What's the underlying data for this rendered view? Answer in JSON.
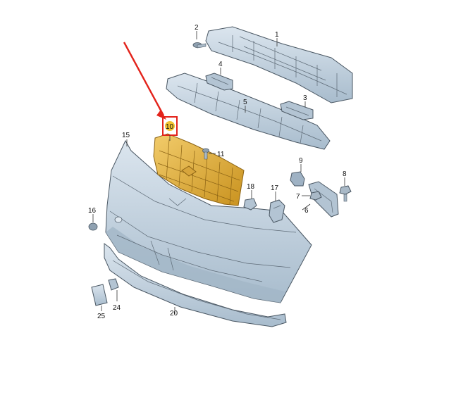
{
  "diagram": {
    "callouts": [
      {
        "id": "p1",
        "label": "1"
      },
      {
        "id": "p2",
        "label": "2"
      },
      {
        "id": "p3",
        "label": "3"
      },
      {
        "id": "p4",
        "label": "4"
      },
      {
        "id": "p5",
        "label": "5"
      },
      {
        "id": "p6",
        "label": "6"
      },
      {
        "id": "p7",
        "label": "7"
      },
      {
        "id": "p8",
        "label": "8"
      },
      {
        "id": "p9",
        "label": "9"
      },
      {
        "id": "p10",
        "label": "10"
      },
      {
        "id": "p11",
        "label": "11"
      },
      {
        "id": "p15",
        "label": "15"
      },
      {
        "id": "p16",
        "label": "16"
      },
      {
        "id": "p17",
        "label": "17"
      },
      {
        "id": "p18",
        "label": "18"
      },
      {
        "id": "p20",
        "label": "20"
      },
      {
        "id": "p24",
        "label": "24"
      },
      {
        "id": "p25",
        "label": "25"
      }
    ],
    "colors": {
      "part_fill": "#c4d3e0",
      "part_shadow": "#9fb2c4",
      "highlight_fill": "#e8b84a",
      "highlight_dark": "#c48f22",
      "arrow": "#e3231b",
      "highlight_box": "#e3231b",
      "callout_badge": "#f1c232"
    }
  }
}
